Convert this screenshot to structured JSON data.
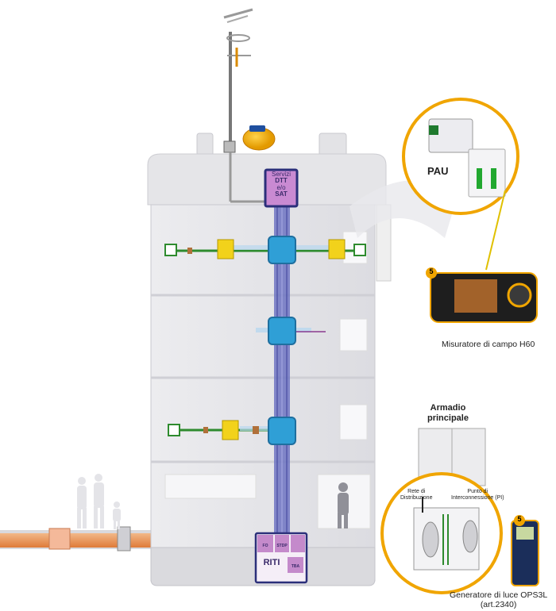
{
  "labels": {
    "servizi": [
      "Servizi",
      "DTT",
      "e/o",
      "SAT"
    ],
    "pau": "PAU",
    "meter": "Misuratore di campo H60",
    "cabinet": [
      "Armadio",
      "principale"
    ],
    "rete": [
      "Rete di",
      "Distribuzione"
    ],
    "punto": [
      "Punto di",
      "Interconnessione (PI)"
    ],
    "generator": [
      "Generatore di luce OPS3L",
      "(art.2340)"
    ],
    "riti": "RITI",
    "riti_panels": [
      "FO",
      "STDP",
      "TBA"
    ],
    "badge": "5"
  },
  "colors": {
    "building": "#e6e6e9",
    "building_edge": "#c9c9cf",
    "riser": "#5a5fb0",
    "junction": "#2f9fd6",
    "accent_orange": "#f0a500",
    "riti_purple": "#8a3a8f",
    "fiber_green": "#2e8b2e",
    "splitter_yellow": "#f2d21b"
  }
}
